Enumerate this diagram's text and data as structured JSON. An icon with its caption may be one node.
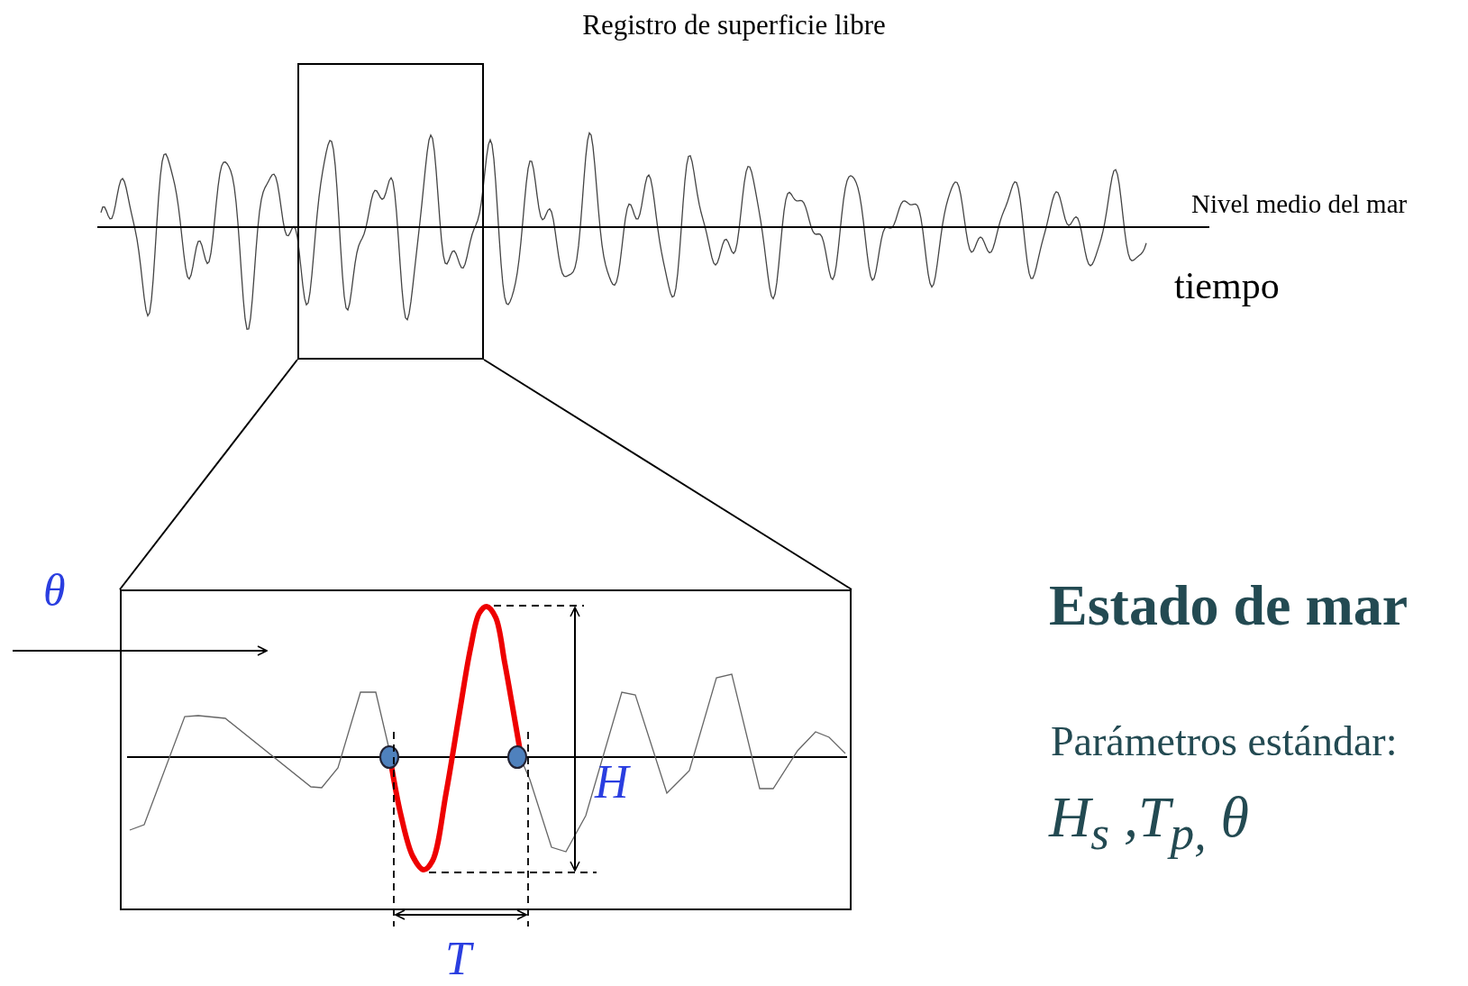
{
  "diagram": {
    "title": "Registro de superficie libre",
    "nodes": [
      {
        "text": [],
        "shape": "box"
      },
      {
        "text": [],
        "shape": "box"
      }
    ],
    "edges": [
      {
        "from": 0,
        "to": 1,
        "arrow": "none"
      },
      {
        "from": 0,
        "to": 1,
        "arrow": "none"
      }
    ],
    "labels": [
      "Nivel medio del mar",
      "tiempo",
      "θ",
      "H",
      "T",
      "Estado de mar",
      "Parámetros estándar:",
      "H$_{s}$ ,T$_{p,}$ θ"
    ]
  }
}
